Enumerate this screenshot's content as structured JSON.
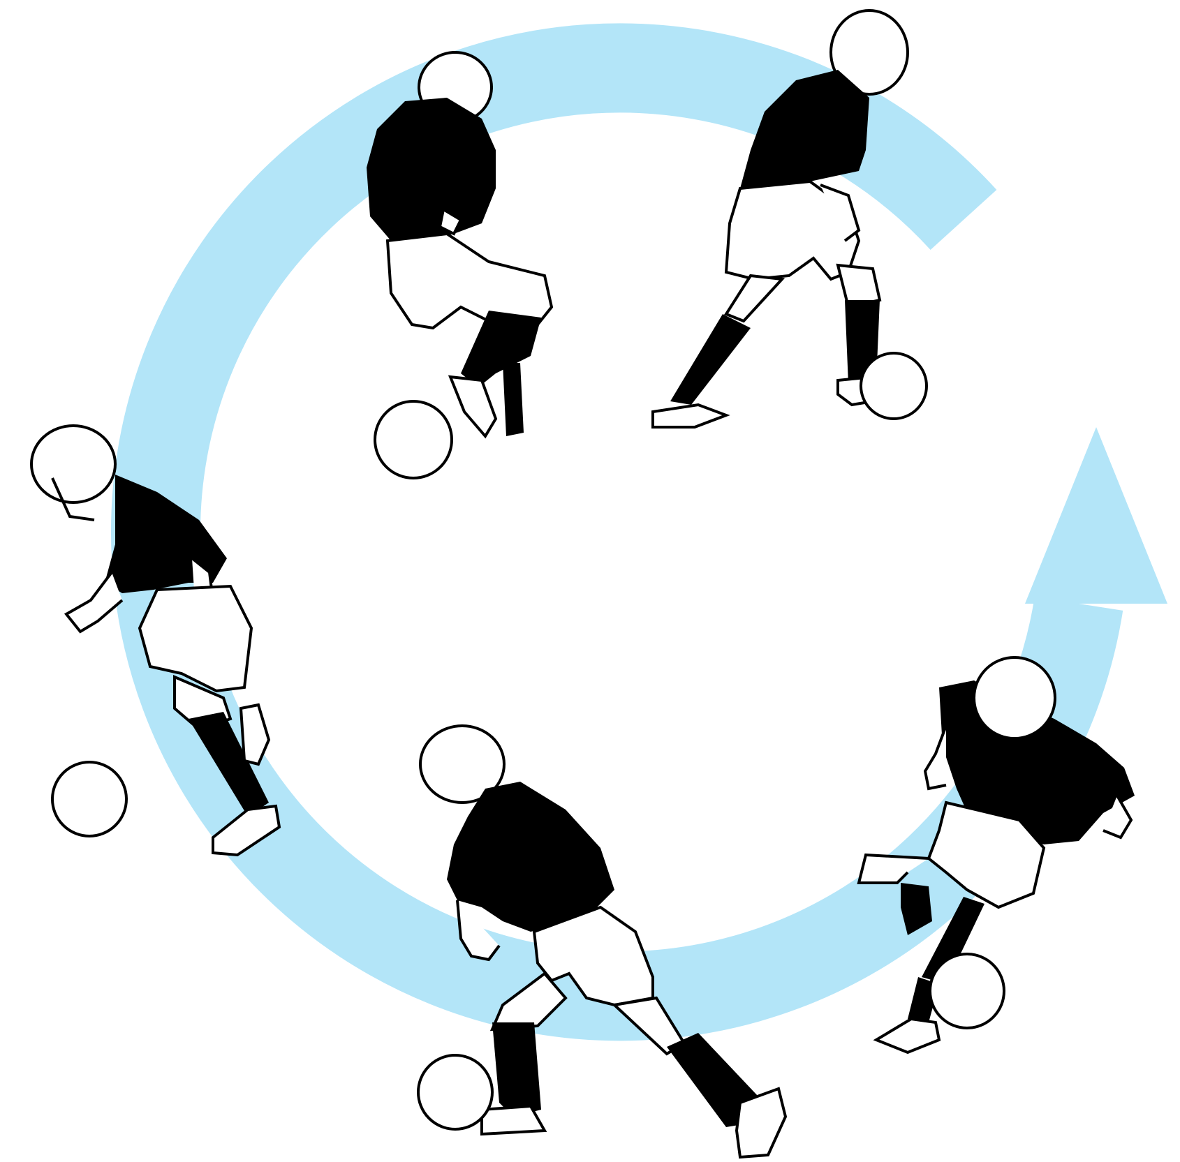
{
  "diagram": {
    "type": "cycle",
    "direction": "clockwise",
    "step_count": 5,
    "colors": {
      "cycle_arrow": "#b3e5f8",
      "jersey": "#000000",
      "outline": "#000000",
      "fill": "#ffffff"
    },
    "steps": [
      {
        "id": 1,
        "figure": "player-dribbling-ball",
        "facing": "down-right",
        "icon": "soccer-ball-icon"
      },
      {
        "id": 2,
        "figure": "player-dribbling-ball",
        "facing": "down",
        "icon": "soccer-ball-icon"
      },
      {
        "id": 3,
        "figure": "player-dribbling-ball",
        "facing": "down-left",
        "icon": "soccer-ball-icon"
      },
      {
        "id": 4,
        "figure": "player-dribbling-ball",
        "facing": "away",
        "icon": "soccer-ball-icon"
      },
      {
        "id": 5,
        "figure": "player-dribbling-ball",
        "facing": "away-right",
        "icon": "soccer-ball-icon"
      }
    ]
  }
}
